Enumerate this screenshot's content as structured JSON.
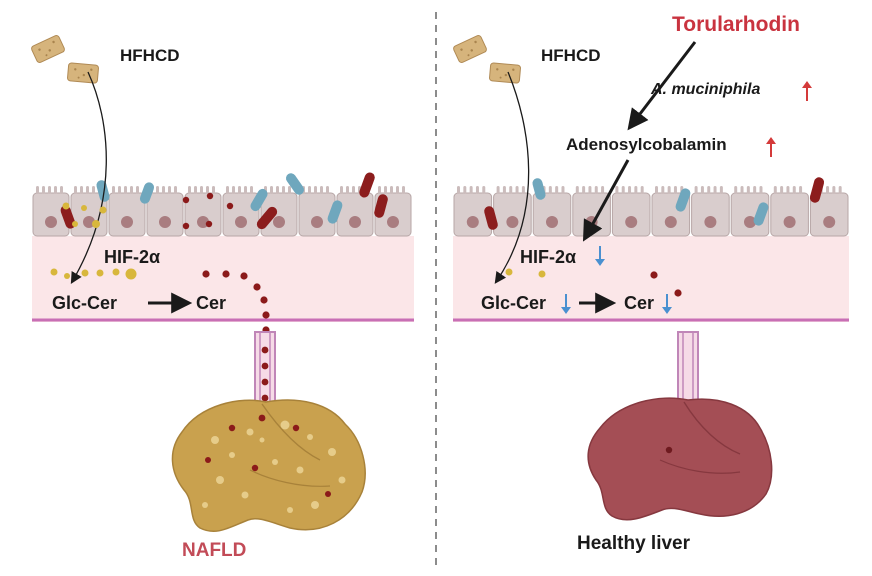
{
  "left_panel": {
    "diet_label": "HFHCD",
    "hif_label": "HIF-2α",
    "glccer_label": "Glc-Cer",
    "cer_label": "Cer",
    "outcome_label": "NAFLD"
  },
  "right_panel": {
    "diet_label": "HFHCD",
    "treatment_label": "Torularhodin",
    "bacterium_label": "A. muciniphila",
    "metabolite_label": "Adenosylcobalamin",
    "hif_label": "HIF-2α",
    "glccer_label": "Glc-Cer",
    "cer_label": "Cer",
    "outcome_label": "Healthy liver"
  },
  "colors": {
    "increase_arrow": "#d43a3a",
    "decrease_arrow": "#4a90d0",
    "treatment_text": "#c9333f",
    "nafld_text": "#c24b57",
    "ceramide_dot": "#8b1a1a",
    "glucosylceramide_dot": "#d8b73c",
    "tissue_band": "#fbe6e8",
    "membrane": "#c86fb5",
    "epithelial_cell": "#d9cdcd",
    "fatty_liver": "#c9a14e",
    "healthy_liver": "#a44e55"
  },
  "indicators": {
    "bacterium": "up",
    "metabolite": "up",
    "hif": "down",
    "glccer": "down",
    "cer": "down"
  },
  "icons": [
    "food-pellet-icon",
    "bacteria-icon",
    "epithelial-cell-icon",
    "blood-vessel-icon",
    "liver-icon"
  ]
}
